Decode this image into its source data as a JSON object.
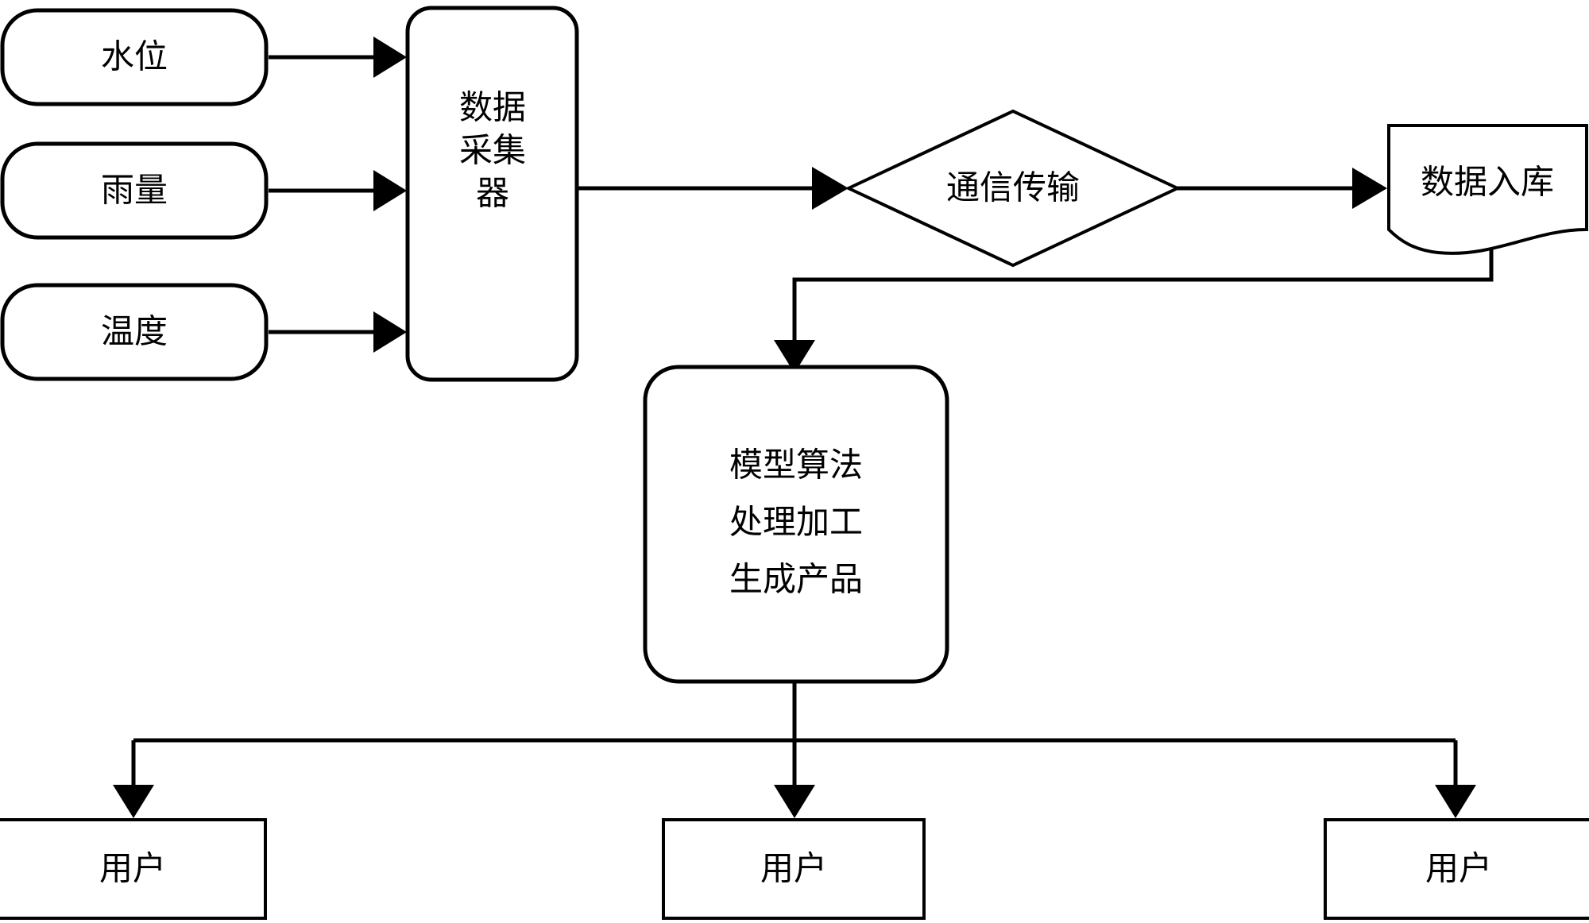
{
  "diagram": {
    "type": "flowchart",
    "title": "",
    "background_color": "#ffffff",
    "line_color": "#000000",
    "text_color": "#000000",
    "nodes": {
      "water_level": {
        "label": "水位",
        "shape": "rounded-rectangle"
      },
      "rainfall": {
        "label": "雨量",
        "shape": "rounded-rectangle"
      },
      "temperature": {
        "label": "温度",
        "shape": "rounded-rectangle"
      },
      "collector": {
        "label_line1": "数据",
        "label_line2": "采集",
        "label_line3": "器",
        "shape": "rounded-rectangle-tall"
      },
      "transmission": {
        "label": "通信传输",
        "shape": "diamond"
      },
      "storage": {
        "label": "数据入库",
        "shape": "document"
      },
      "model": {
        "label_line1": "模型算法",
        "label_line2": "处理加工",
        "label_line3": "生成产品",
        "shape": "rounded-rectangle-square"
      },
      "user_left": {
        "label": "用户",
        "shape": "rectangle"
      },
      "user_center": {
        "label": "用户",
        "shape": "rectangle"
      },
      "user_right": {
        "label": "用户",
        "shape": "rectangle"
      }
    },
    "edges": [
      {
        "from": "water_level",
        "to": "collector",
        "arrow": "single"
      },
      {
        "from": "rainfall",
        "to": "collector",
        "arrow": "single"
      },
      {
        "from": "temperature",
        "to": "collector",
        "arrow": "single"
      },
      {
        "from": "collector",
        "to": "transmission",
        "arrow": "single"
      },
      {
        "from": "transmission",
        "to": "storage",
        "arrow": "single"
      },
      {
        "from": "storage",
        "to": "model",
        "arrow": "single"
      },
      {
        "from": "model",
        "to": "user_left",
        "arrow": "single"
      },
      {
        "from": "model",
        "to": "user_center",
        "arrow": "single"
      },
      {
        "from": "model",
        "to": "user_right",
        "arrow": "single"
      }
    ]
  }
}
